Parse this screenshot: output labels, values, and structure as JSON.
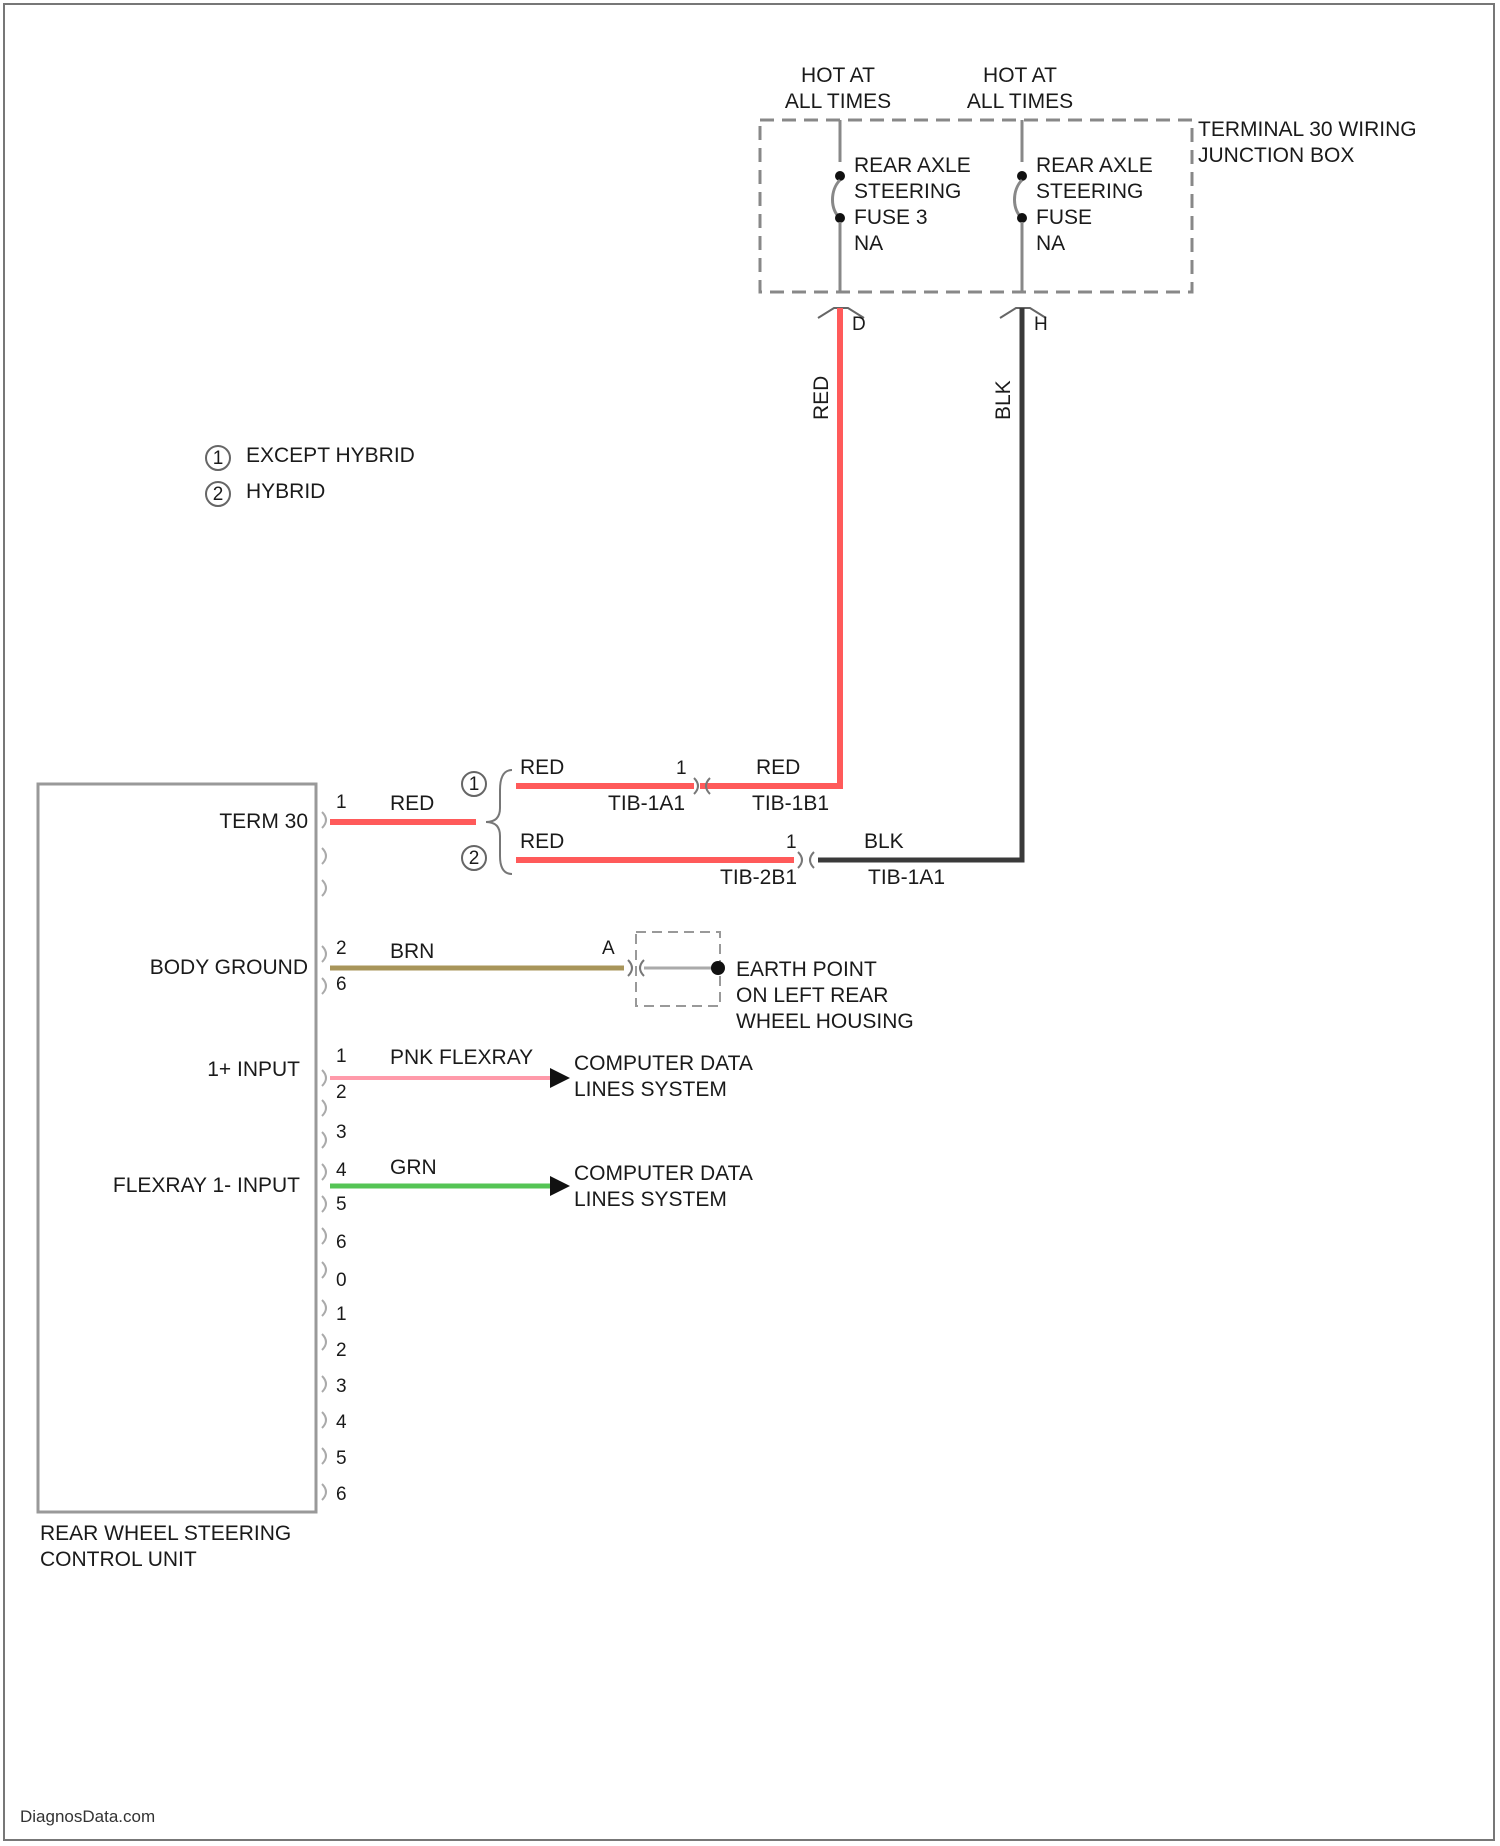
{
  "diagram": {
    "fuse_box": {
      "name_line1": "TERMINAL 30 WIRING",
      "name_line2": "JUNCTION BOX",
      "left_header_line1": "HOT AT",
      "left_header_line2": "ALL TIMES",
      "right_header_line1": "HOT AT",
      "right_header_line2": "ALL TIMES",
      "fuse_left": [
        "REAR AXLE",
        "STEERING",
        "FUSE 3",
        "NA"
      ],
      "fuse_right": [
        "REAR AXLE",
        "STEERING",
        "FUSE",
        "NA"
      ],
      "pin_left": "D",
      "pin_right": "H"
    },
    "wire_colors": {
      "red_vertical": "RED",
      "blk_vertical": "BLK",
      "red_top_left": "RED",
      "red_top_right": "RED",
      "red_bottom_left": "RED",
      "blk_bottom_right": "BLK",
      "red_main": "RED",
      "body_ground": "BRN",
      "flexray_plus": "PNK FLEXRAY",
      "flexray_minus": "GRN"
    },
    "connectors": {
      "top_pin": "1",
      "top_left_id": "TIB-1A1",
      "top_right_id": "TIB-1B1",
      "bottom_pin": "1",
      "bottom_left_id": "TIB-2B1",
      "bottom_right_id": "TIB-1A1"
    },
    "legend": {
      "item1_symbol": "1",
      "item1_label": "EXCEPT HYBRID",
      "item2_symbol": "2",
      "item2_label": "HYBRID"
    },
    "control_unit": {
      "name_line1": "REAR WHEEL STEERING",
      "name_line2": "CONTROL UNIT",
      "pin_labels": [
        "TERM 30",
        "BODY GROUND",
        "1+ INPUT",
        "FLEXRAY 1- INPUT"
      ],
      "pin_numbers": [
        "1",
        "2",
        "6",
        "1",
        "2",
        "3",
        "4",
        "5",
        "6",
        "0",
        "1",
        "2",
        "3",
        "4",
        "5",
        "6"
      ]
    },
    "ground": {
      "connector": "A",
      "label_line1": "EARTH POINT",
      "label_line2": "ON LEFT REAR",
      "label_line3": "WHEEL HOUSING"
    },
    "destinations": {
      "flexray_plus_line1": "COMPUTER DATA",
      "flexray_plus_line2": "LINES SYSTEM",
      "flexray_minus_line1": "COMPUTER DATA",
      "flexray_minus_line2": "LINES SYSTEM"
    },
    "footer": "DiagnosData.com",
    "colors": {
      "red": "#ff5a5a",
      "black": "#3a3a3a",
      "brown": "#a8955a",
      "pink": "#ff9aaa",
      "green": "#55c455",
      "gray": "#888888"
    }
  }
}
